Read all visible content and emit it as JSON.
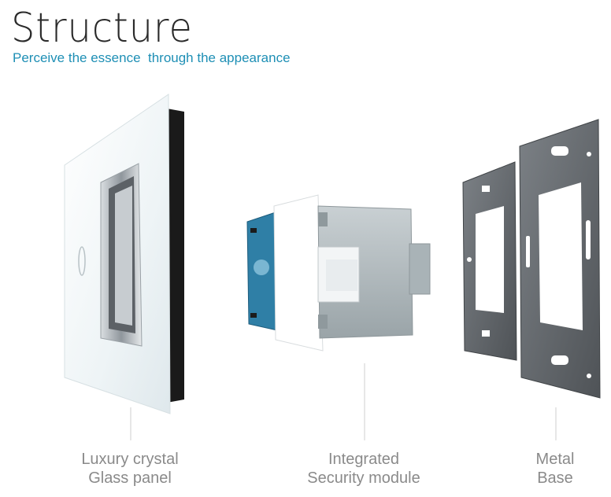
{
  "header": {
    "title": "Structure",
    "subtitle": "Perceive the essence  through the appearance"
  },
  "components": [
    {
      "line1": "Luxury crystal",
      "line2": "Glass panel",
      "icon": "glass-panel-icon"
    },
    {
      "line1": "Integrated",
      "line2": "Security module",
      "icon": "switch-module-icon"
    },
    {
      "line1": "Metal",
      "line2": "Base",
      "icon": "metal-base-icon"
    }
  ],
  "colors": {
    "title": "#2a2a2a",
    "subtitle": "#1e8fb5",
    "caption": "#8a8a8a",
    "glass": "#f4f8f9",
    "metal": "#6e7277",
    "module_blue": "#2f7fa6"
  }
}
